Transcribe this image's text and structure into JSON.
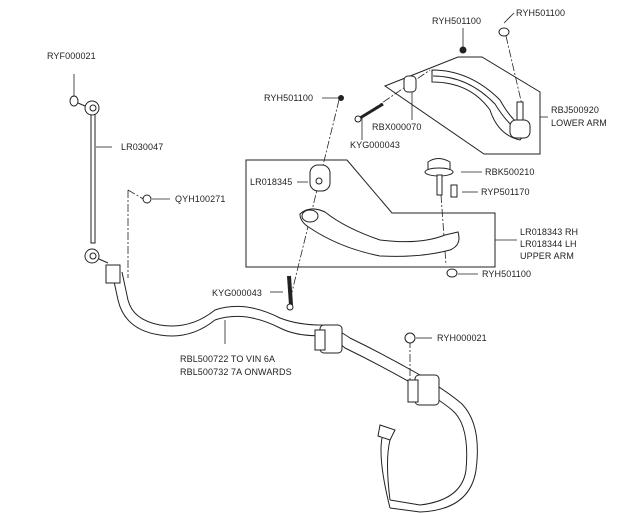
{
  "labels": {
    "ryf000021": "RYF000021",
    "lr030047": "LR030047",
    "qyh100271": "QYH100271",
    "ryh501100_top": "RYH501100",
    "ryh501100_topright": "RYH501100",
    "ryh501100_left": "RYH501100",
    "rbx000070": "RBX000070",
    "kyg000043_upper": "KYG000043",
    "rbj500920": "RBJ500920",
    "lower_arm": "LOWER ARM",
    "lr018345": "LR018345",
    "rbk500210": "RBK500210",
    "ryp501170": "RYP501170",
    "lr018343": "LR018343 RH",
    "lr018344": "LR018344 LH",
    "upper_arm": "UPPER ARM",
    "ryh501100_bottom": "RYH501100",
    "kyg000043_lower": "KYG000043",
    "ryh000021": "RYH000021",
    "rbl500722": "RBL500722 TO VIN 6A",
    "rbl500732": "RBL500732 7A ONWARDS"
  }
}
